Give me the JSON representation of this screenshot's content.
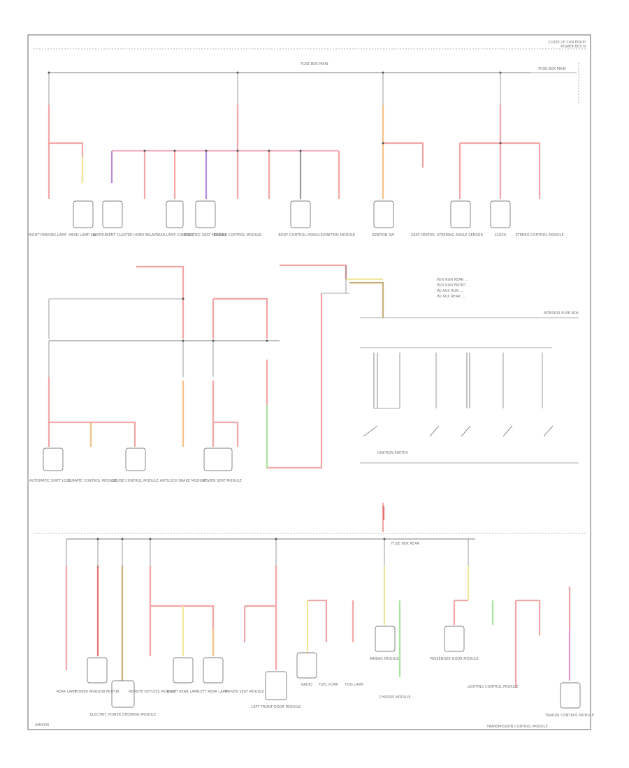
{
  "title": {
    "line1": "CLOSE UP CAN EQUIP",
    "line2": "POWER BUS N"
  },
  "footer_code": "AM0000",
  "wire_colors": {
    "red": "#f4a6a6",
    "pink": "#f7b3c2",
    "violet": "#b98ad6",
    "green": "#a8e6a0",
    "orange": "#f5c28a",
    "yellow": "#f0e89a",
    "brown": "#c8b07a",
    "gray": "#999999",
    "magenta": "#e39be0"
  },
  "top_bus_label": "FUSE BOX MAIN",
  "right_bus_label": "FUSE BOX MAIN",
  "mid_legend": {
    "items": [
      "W/O RUN REAR ...",
      "W/O RUN FRONT ...",
      "W/ AUX RUN ...",
      "W/ AUX REAR ..."
    ]
  },
  "section_labels": {
    "mid_right": "INTERIOR FUSE BOX",
    "switch_block": "IGNITION SWITCH",
    "bottom_bus": "FUSE BOX REAR",
    "bottom_right_module": "CHASSIS MODULE",
    "transmission": "TRANSMISSION CONTROL MODULE"
  },
  "components_row1": [
    "RIGHT PARKING LAMP",
    "HEAD LAMP SW",
    "INSTRUMENT CLUSTER",
    "HORN RELAY",
    "REAR LAMP CONTROL",
    "ELECTRIC SEAT MODULE",
    "ENGINE CONTROL MODULE",
    "",
    "BODY CONTROL MODULE",
    "IGNITION MODULE",
    "",
    "IGNITION SW",
    "SEAT HEATER",
    "",
    "STEERING ANGLE SENSOR",
    "CLOCK",
    "STEREO CONTROL MODULE"
  ],
  "components_row2": [
    "AUTOMATIC SHIFT LOCK",
    "CLIMATE CONTROL MODULE",
    "CRUISE CONTROL MODULE",
    "ANTILOCK BRAKE MODULE",
    "POWER SEAT MODULE"
  ],
  "components_row3": [
    "REAR LAMP",
    "POWER WINDOW MOTOR",
    "ELECTRIC POWER STEERING MODULE",
    "REMOTE KEYLESS MODULE",
    "RIGHT REAR LAMP",
    "LEFT REAR LAMP",
    "DRIVER SEAT MODULE",
    "LEFT FRONT DOOR MODULE",
    "RADIO",
    "FUEL PUMP",
    "FOG LAMP",
    "AIRBAG MODULE",
    "PASSENGER DOOR MODULE",
    "LIGHTING CONTROL MODULE",
    "TRAILER CONTROL MODULE"
  ]
}
